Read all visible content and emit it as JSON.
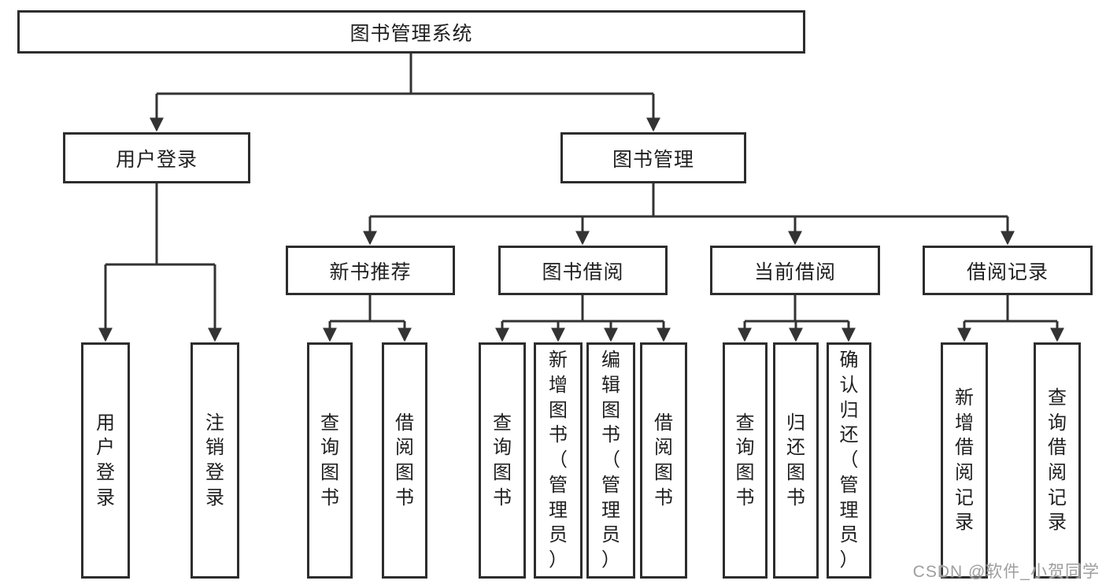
{
  "diagram": {
    "root": "图书管理系统",
    "login": {
      "label": "用户登录",
      "children": [
        "用户登录",
        "注销登录"
      ]
    },
    "management": {
      "label": "图书管理",
      "groups": [
        {
          "label": "新书推荐",
          "children": [
            "查询图书",
            "借阅图书"
          ]
        },
        {
          "label": "图书借阅",
          "children": [
            "查询图书",
            "新增图书（管理员）",
            "编辑图书（管理员）",
            "借阅图书"
          ]
        },
        {
          "label": "当前借阅",
          "children": [
            "查询图书",
            "归还图书",
            "确认归还（管理员）"
          ]
        },
        {
          "label": "借阅记录",
          "children": [
            "新增借阅记录",
            "查询借阅记录"
          ]
        }
      ]
    }
  },
  "watermark": "CSDN @软件_小贺同学",
  "colors": {
    "line": "#333333",
    "box_border": "#2d2d2d",
    "text": "#1f1f1f",
    "watermark": "#9e9e9e",
    "background": "#ffffff"
  }
}
